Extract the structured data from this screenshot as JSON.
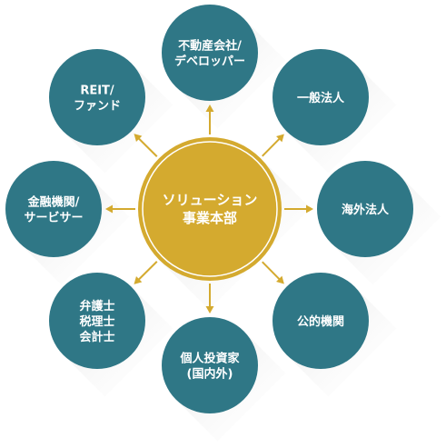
{
  "hub": {
    "lines": [
      "ソリューション",
      "事業本部"
    ],
    "fill": "#d4aa2f",
    "ring": "#ffffff"
  },
  "nodes": [
    {
      "id": "developer",
      "lines": [
        "不動産会社/",
        "デベロッパー"
      ]
    },
    {
      "id": "corporate",
      "lines": [
        "一般法人"
      ]
    },
    {
      "id": "overseas",
      "lines": [
        "海外法人"
      ]
    },
    {
      "id": "public",
      "lines": [
        "公的機関"
      ]
    },
    {
      "id": "individual",
      "lines": [
        "個人投資家",
        "(国内外)"
      ]
    },
    {
      "id": "professional",
      "lines": [
        "弁護士",
        "税理士",
        "会計士"
      ]
    },
    {
      "id": "finance",
      "lines": [
        "金融機関/",
        "サービサー"
      ]
    },
    {
      "id": "reit",
      "lines": [
        "REIT/",
        "ファンド"
      ]
    }
  ],
  "colors": {
    "node": "#2f7786",
    "arrow": "#d4aa2f",
    "shadow": "#e2e2e2",
    "text": "#ffffff"
  }
}
